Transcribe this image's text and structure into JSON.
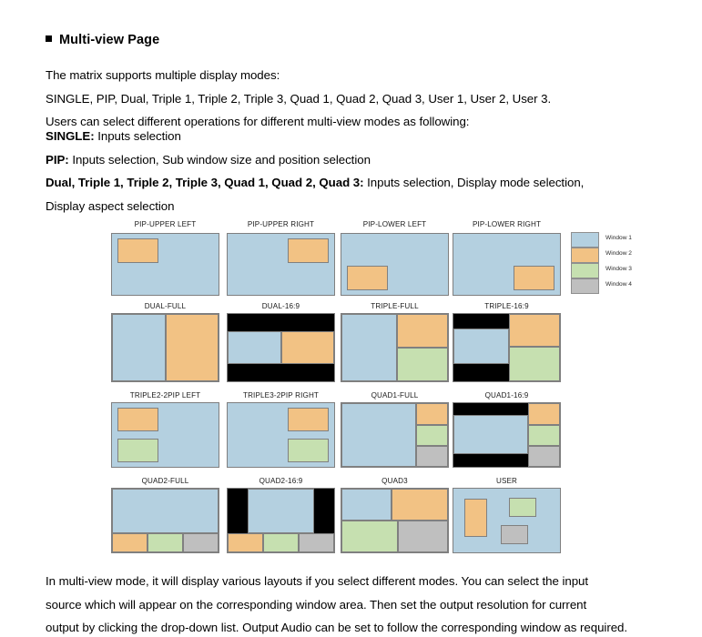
{
  "heading": {
    "text": "Multi-view Page"
  },
  "intro": {
    "line1": "The matrix supports multiple display modes:",
    "line2": "SINGLE, PIP, Dual, Triple 1, Triple 2, Triple 3, Quad 1, Quad 2, Quad 3, User 1, User 2, User 3.",
    "line3": "Users can select different operations for different multi-view modes as following:"
  },
  "modes": {
    "single_label": "SINGLE:",
    "single_desc": " Inputs selection",
    "pip_label": "PIP:",
    "pip_desc": " Inputs selection, Sub window size and position selection",
    "multi_label": "Dual, Triple 1, Triple 2, Triple 3, Quad 1, Quad 2, Quad 3:",
    "multi_desc": " Inputs selection, Display mode selection,",
    "multi_desc2": "Display aspect selection"
  },
  "outro": {
    "line1": "In multi-view mode, it will display various layouts if you select different modes. You can select the input",
    "line2": "source which will appear on the corresponding window area. Then set the output resolution for current",
    "line3": "output by clicking the drop-down list. Output Audio can be set to follow the corresponding window as required."
  },
  "legend": {
    "items": [
      {
        "label": "Window 1",
        "color": "#b4d0e0"
      },
      {
        "label": "Window 2",
        "color": "#f2c284"
      },
      {
        "label": "Window 3",
        "color": "#c6e0b0"
      },
      {
        "label": "Window 4",
        "color": "#bfbfbf"
      }
    ]
  },
  "colors": {
    "window1": "#b4d0e0",
    "window2": "#f2c284",
    "window3": "#c6e0b0",
    "window4": "#bfbfbf",
    "letterbox": "#000000",
    "border": "#808080"
  },
  "layouts": [
    {
      "label": "PIP-UPPER LEFT"
    },
    {
      "label": "PIP-UPPER RIGHT"
    },
    {
      "label": "PIP-LOWER LEFT"
    },
    {
      "label": "PIP-LOWER RIGHT"
    },
    {
      "label": "DUAL-FULL"
    },
    {
      "label": "DUAL-16:9"
    },
    {
      "label": "TRIPLE-FULL"
    },
    {
      "label": "TRIPLE-16:9"
    },
    {
      "label": "TRIPLE2-2PIP LEFT"
    },
    {
      "label": "TRIPLE3-2PIP RIGHT"
    },
    {
      "label": "QUAD1-FULL"
    },
    {
      "label": "QUAD1-16:9"
    },
    {
      "label": "QUAD2-FULL"
    },
    {
      "label": "QUAD2-16:9"
    },
    {
      "label": "QUAD3"
    },
    {
      "label": "USER"
    }
  ]
}
